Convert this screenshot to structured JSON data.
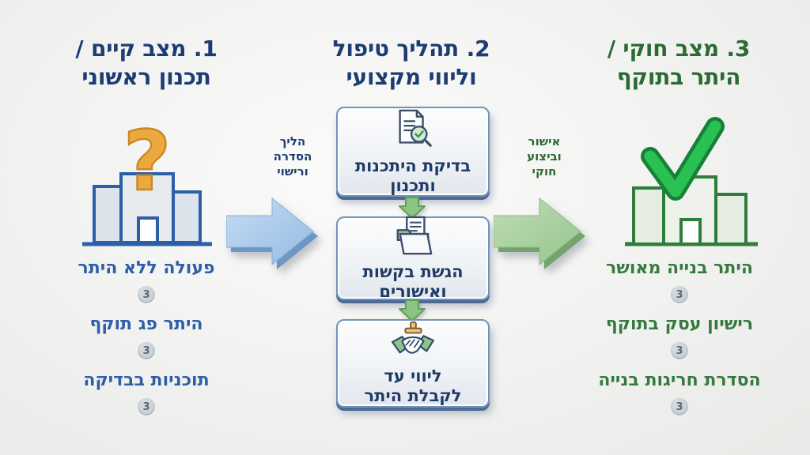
{
  "stage1": {
    "title_line1": "1. מצב קיים /",
    "title_line2": "תכנון ראשוני",
    "icon": "building-question-icon",
    "items": [
      {
        "label": "פעולה ללא היתר",
        "badge": "3"
      },
      {
        "label": "היתר פג תוקף",
        "badge": "3"
      },
      {
        "label": "תוכניות בבדיקה",
        "badge": "3"
      }
    ]
  },
  "stage2": {
    "title_line1": "2. תהליך טיפול",
    "title_line2": "וליווי מקצועי",
    "boxes": [
      {
        "icon": "document-check-search-icon",
        "line1": "בדיקת היתכנות",
        "line2": "ותכנון"
      },
      {
        "icon": "folder-documents-icon",
        "line1": "הגשת בקשות",
        "line2": "ואישורים"
      },
      {
        "icon": "handshake-stamp-icon",
        "line1": "ליווי עד",
        "line2": "לקבלת היתר"
      }
    ]
  },
  "stage3": {
    "title_line1": "3. מצב חוקי /",
    "title_line2": "היתר בתוקף",
    "icon": "building-check-icon",
    "items": [
      {
        "label": "היתר בנייה מאושר",
        "badge": "3"
      },
      {
        "label": "רישיון עסק בתוקף",
        "badge": "3"
      },
      {
        "label": "הסדרת חריגות בנייה",
        "badge": "3"
      }
    ]
  },
  "transitions": {
    "regulation": {
      "line1": "הליך",
      "line2": "הסדרה",
      "line3": "ורישוי"
    },
    "approval": {
      "line1": "אישור",
      "line2": "וביצוע",
      "line3": "חוקי"
    }
  },
  "colors": {
    "navy": "#1d3c72",
    "dark_green": "#2c6a33",
    "list_blue": "#2e5da9",
    "list_green": "#36793d",
    "arrow_blue": "#a9c9ec",
    "arrow_green": "#a3cf9a",
    "question_orange": "#ecaa3e",
    "check_green": "#24bb4e",
    "badge_gray": "#c6ccd4"
  }
}
